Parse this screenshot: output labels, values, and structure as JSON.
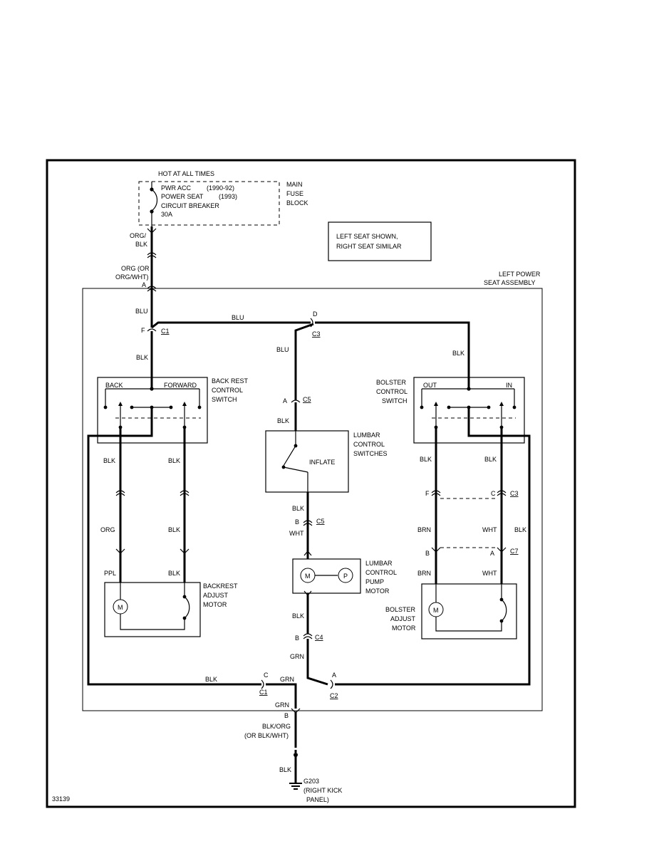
{
  "figure_id": "33139",
  "fuse_block": {
    "hot": "HOT AT ALL TIMES",
    "line1a": "PWR ACC",
    "line1b": "(1990-92)",
    "line2a": "POWER SEAT",
    "line2b": "(1993)",
    "line3": "CIRCUIT BREAKER",
    "line4": "30A",
    "name1": "MAIN",
    "name2": "FUSE",
    "name3": "BLOCK"
  },
  "note": {
    "line1": "LEFT SEAT SHOWN,",
    "line2": "RIGHT SEAT SIMILAR"
  },
  "assembly": {
    "line1": "LEFT POWER",
    "line2": "SEAT ASSEMBLY"
  },
  "wires": {
    "org_blk_1": "ORG/",
    "org_blk_2": "BLK",
    "org_or_1": "ORG (OR",
    "org_or_2": "ORG/WHT)",
    "blu_main": "BLU",
    "blu_top": "BLU",
    "blu_lumbar": "BLU",
    "blk_main": "BLK",
    "blk_right_top": "BLK",
    "blk_lumbar_in": "BLK",
    "blk_left1": "BLK",
    "blk_left2": "BLK",
    "org_left": "ORG",
    "blk_left3": "BLK",
    "ppl": "PPL",
    "blk_left4": "BLK",
    "blk_right1": "BLK",
    "blk_right2": "BLK",
    "brn1": "BRN",
    "wht1": "WHT",
    "blk_right_side": "BLK",
    "brn2": "BRN",
    "wht2": "WHT",
    "blk_lumbar_out": "BLK",
    "wht_lumbar": "WHT",
    "blk_pump": "BLK",
    "grn1": "GRN",
    "blk_bottom": "BLK",
    "grn2": "GRN",
    "grn3": "GRN",
    "blk_org_1": "BLK/ORG",
    "blk_org_2": "(OR BLK/WHT)",
    "blk_ground": "BLK"
  },
  "connectors": {
    "A_main": "A",
    "F_c1": "F",
    "c1": "C1",
    "D_top": "D",
    "c3_top": "C3",
    "A_c5": "A",
    "c5_top": "C5",
    "B_c5": "B",
    "c5_bottom": "C5",
    "F_c3": "F",
    "C_c3": "C",
    "c3_right": "C3",
    "B_c7": "B",
    "A_c7": "A",
    "c7": "C7",
    "B_c4": "B",
    "c4": "C4",
    "C_bottom": "C",
    "c1_bottom": "C1",
    "A_bottom": "A",
    "c2_bottom": "C2",
    "B_ground": "B"
  },
  "backrest_switch": {
    "back": "BACK",
    "forward": "FORWARD",
    "name1": "BACK REST",
    "name2": "CONTROL",
    "name3": "SWITCH"
  },
  "bolster_switch": {
    "out": "OUT",
    "in": "IN",
    "name1": "BOLSTER",
    "name2": "CONTROL",
    "name3": "SWITCH"
  },
  "lumbar_switch": {
    "inflate": "INFLATE",
    "name1": "LUMBAR",
    "name2": "CONTROL",
    "name3": "SWITCHES"
  },
  "backrest_motor": {
    "m": "M",
    "name1": "BACKREST",
    "name2": "ADJUST",
    "name3": "MOTOR"
  },
  "bolster_motor": {
    "m": "M",
    "name1": "BOLSTER",
    "name2": "ADJUST",
    "name3": "MOTOR"
  },
  "pump_motor": {
    "m": "M",
    "p": "P",
    "name1": "LUMBAR",
    "name2": "CONTROL",
    "name3": "PUMP",
    "name4": "MOTOR"
  },
  "ground": {
    "name": "G203",
    "loc1": "(RIGHT KICK",
    "loc2": "PANEL)"
  }
}
